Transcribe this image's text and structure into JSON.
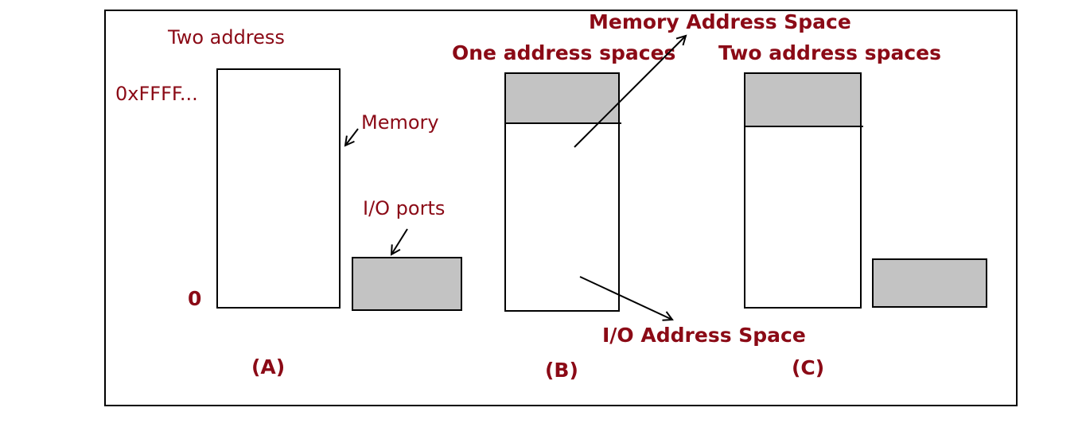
{
  "colors": {
    "text": "#8b0a16",
    "io_fill": "#c3c3c3",
    "line": "#000000"
  },
  "panel_a": {
    "title": "Two address",
    "top_addr": "0xFFFF...",
    "bottom_addr": "0",
    "memory_label": "Memory",
    "io_label": "I/O ports",
    "caption": "(A)"
  },
  "panel_b": {
    "title": "One address spaces",
    "memory_space_label": "Memory Address Space",
    "io_space_label": "I/O Address Space",
    "caption": "(B)"
  },
  "panel_c": {
    "title": "Two address spaces",
    "caption": "(C)"
  }
}
